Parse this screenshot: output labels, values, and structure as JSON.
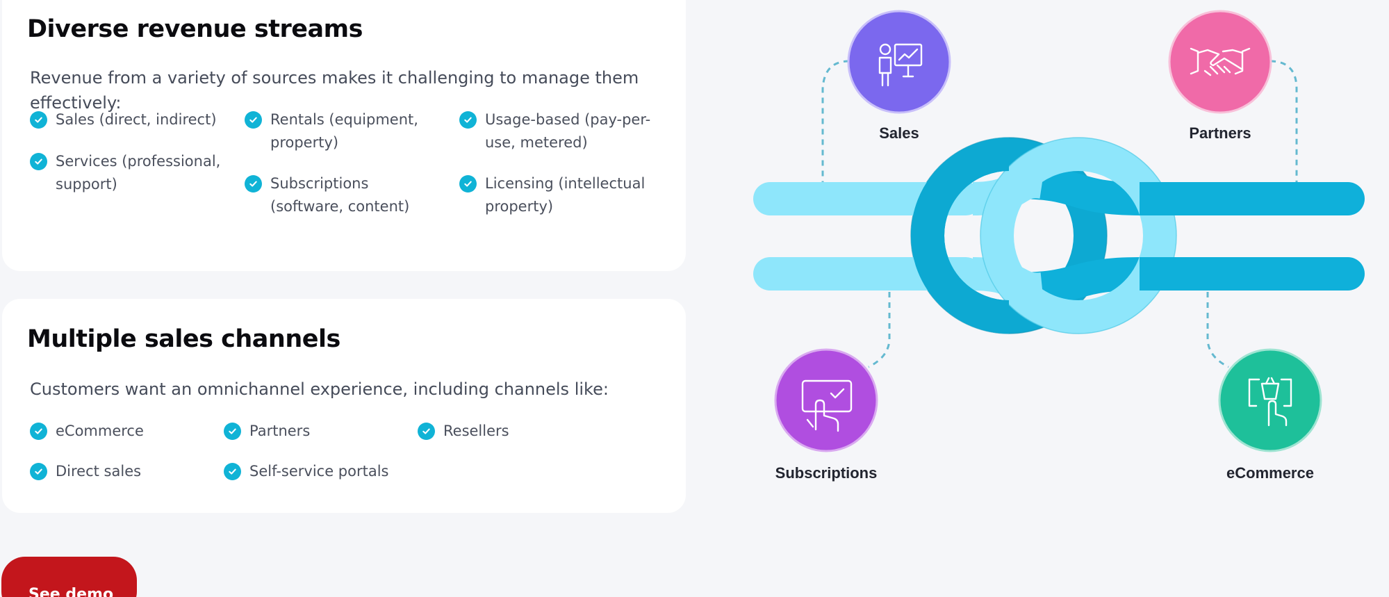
{
  "section1": {
    "title": "Diverse revenue streams",
    "lead": "Revenue from a variety of sources makes it challenging to manage them effectively:",
    "items": [
      "Sales (direct, indirect)",
      "Services (professional, support)",
      "Rentals (equipment, property)",
      "Subscriptions (software, content)",
      "Usage-based (pay-per-use, metered)",
      "Licensing (intellectual property)"
    ]
  },
  "section2": {
    "title": "Multiple sales channels",
    "lead": "Customers want an omnichannel experience, including channels like:",
    "items": [
      "eCommerce",
      "Direct sales",
      "Partners",
      "Self-service portals",
      "Resellers"
    ]
  },
  "cta": {
    "label": "See demo"
  },
  "diagram": {
    "nodes": [
      {
        "label": "Sales",
        "icon": "presentation-icon",
        "color": "#7b68ee"
      },
      {
        "label": "Partners",
        "icon": "handshake-icon",
        "color": "#f06aa8"
      },
      {
        "label": "Subscriptions",
        "icon": "touch-screen-icon",
        "color": "#b04ee0"
      },
      {
        "label": "eCommerce",
        "icon": "shopping-cart-icon",
        "color": "#1ec09a"
      }
    ],
    "rope_colors": {
      "light": "#8ee6fb",
      "dark": "#0fb0da"
    }
  },
  "colors": {
    "check": "#10b3d6",
    "button": "#c3161c",
    "background": "#f5f6f9"
  }
}
